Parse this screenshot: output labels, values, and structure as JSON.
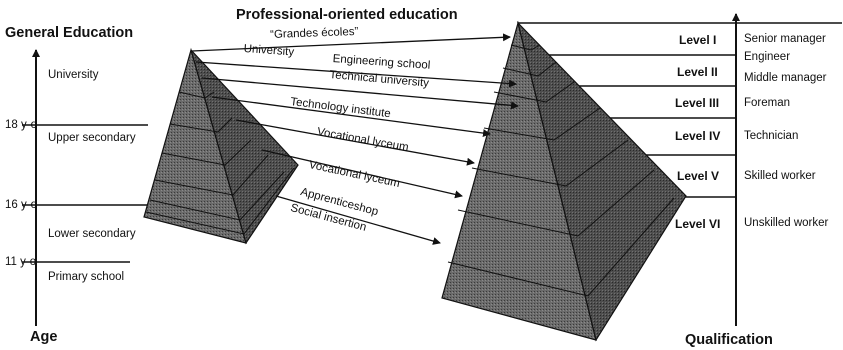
{
  "titles": {
    "general_education": "General Education",
    "professional_education": "Professional-oriented education",
    "age_axis": "Age",
    "qualification_axis": "Qualification"
  },
  "left_stages": [
    "University",
    "Upper secondary",
    "Lower secondary",
    "Primary school"
  ],
  "ages": [
    "18 y-o",
    "16 y-o",
    "11 y-o"
  ],
  "pathways": [
    "“Grandes écoles”",
    "University",
    "Engineering school",
    "Technical university",
    "Technology institute",
    "Vocational lyceum",
    "Vocational lyceum",
    "Apprenticeshop",
    "Social insertion"
  ],
  "levels": [
    "Level I",
    "Level II",
    "Level III",
    "Level IV",
    "Level V",
    "Level VI"
  ],
  "qualifications": [
    "Senior manager",
    "Engineer",
    "Middle manager",
    "Foreman",
    "Technician",
    "Skilled worker",
    "Unskilled worker"
  ],
  "colors": {
    "pyramid_fill": "#5f5f5f",
    "pyramid_band": "#4a4a4a",
    "ink": "#111111"
  }
}
